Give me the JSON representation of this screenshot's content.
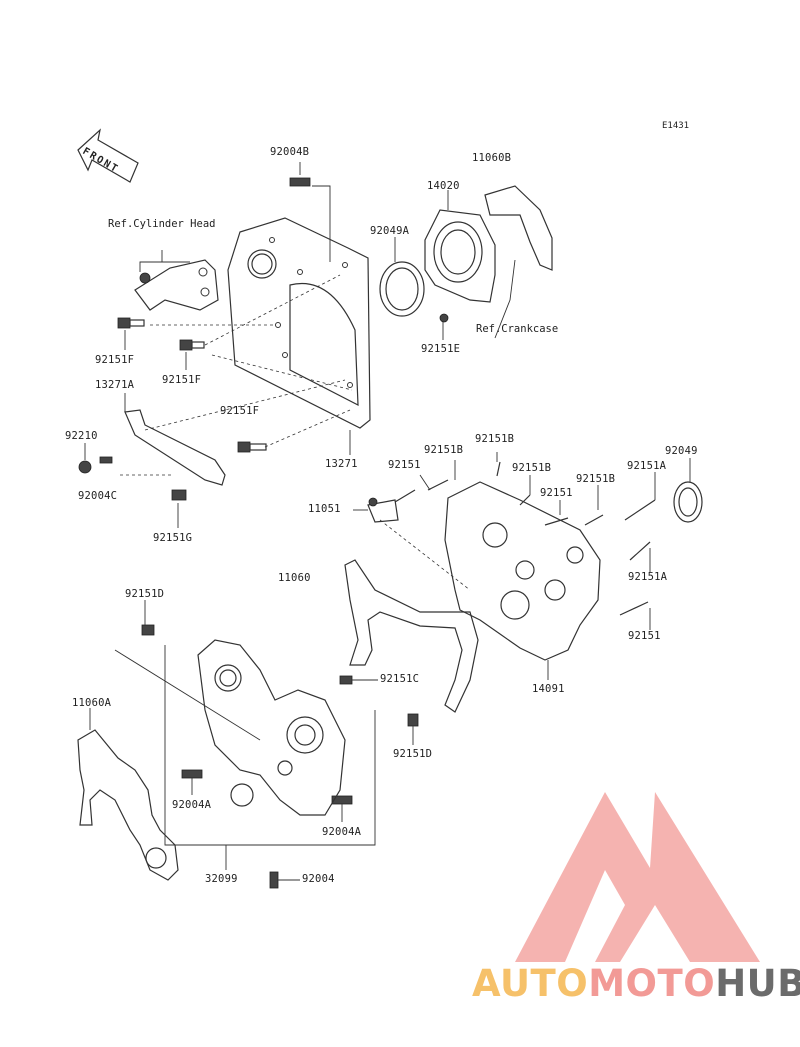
{
  "diagram": {
    "code": "E1431",
    "front_label": "FRONT",
    "refs": {
      "cylinder_head": "Ref.Cylinder Head",
      "crankcase": "Ref.Crankcase"
    },
    "part_labels": [
      {
        "text": "92004B"
      },
      {
        "text": "11060B"
      },
      {
        "text": "14020"
      },
      {
        "text": "92049A"
      },
      {
        "text": "92151E"
      },
      {
        "text": "92151F"
      },
      {
        "text": "92151F"
      },
      {
        "text": "92151F"
      },
      {
        "text": "13271A"
      },
      {
        "text": "92210"
      },
      {
        "text": "92004C"
      },
      {
        "text": "92151G"
      },
      {
        "text": "13271"
      },
      {
        "text": "92151"
      },
      {
        "text": "92151B"
      },
      {
        "text": "92151B"
      },
      {
        "text": "92151B"
      },
      {
        "text": "92151"
      },
      {
        "text": "92151B"
      },
      {
        "text": "92151A"
      },
      {
        "text": "92049"
      },
      {
        "text": "11051"
      },
      {
        "text": "92151A"
      },
      {
        "text": "92151"
      },
      {
        "text": "14091"
      },
      {
        "text": "11060"
      },
      {
        "text": "92151D"
      },
      {
        "text": "92151C"
      },
      {
        "text": "92151D"
      },
      {
        "text": "11060A"
      },
      {
        "text": "92004A"
      },
      {
        "text": "92004A"
      },
      {
        "text": "32099"
      },
      {
        "text": "92004"
      }
    ]
  },
  "watermark": {
    "part1": "AUTO",
    "part2": "MOTO",
    "part3": "HUB",
    "colors": {
      "yellow": "#f6c16a",
      "pink": "#f29a96",
      "gray": "#6b6b6b"
    }
  }
}
